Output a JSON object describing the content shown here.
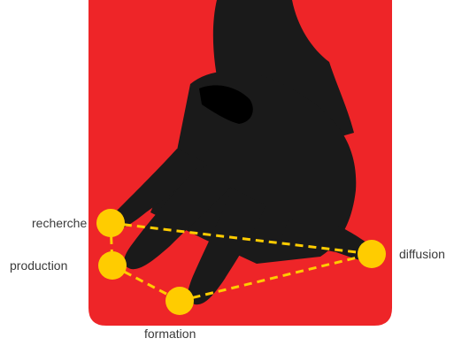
{
  "colors": {
    "background": "#ee2528",
    "glove": "#1a1a1a",
    "node": "#ffcc00",
    "link": "#ffcc00",
    "label_text": "#3a3a3a"
  },
  "illustration": {
    "subject": "black-gloved-hand-icon"
  },
  "diagram": {
    "nodes": [
      {
        "id": "recherche",
        "label": "recherche"
      },
      {
        "id": "production",
        "label": "production"
      },
      {
        "id": "formation",
        "label": "formation"
      },
      {
        "id": "diffusion",
        "label": "diffusion"
      }
    ],
    "links": [
      {
        "from": "recherche",
        "to": "production"
      },
      {
        "from": "recherche",
        "to": "diffusion"
      },
      {
        "from": "production",
        "to": "formation"
      },
      {
        "from": "formation",
        "to": "diffusion"
      }
    ]
  }
}
